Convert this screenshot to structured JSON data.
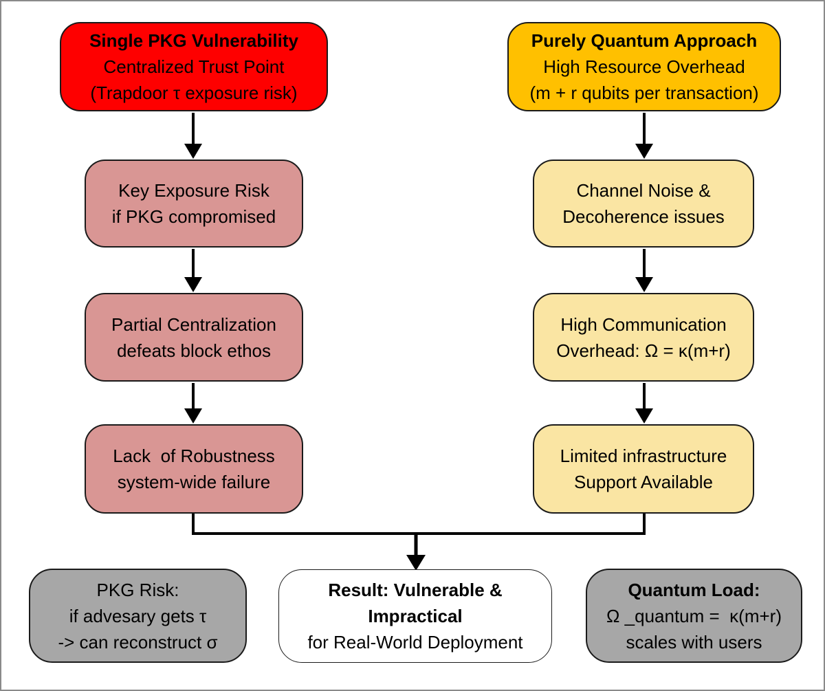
{
  "diagram": {
    "type": "flowchart",
    "colors": {
      "red_header": "#fe0000",
      "gold_header": "#ffc000",
      "rose_step": "#d99694",
      "light_gold_step": "#fae5a3",
      "gray_note": "#a7a7a7",
      "result_white": "#ffffff",
      "connector_black": "#000000",
      "frame_gray": "#8a8a8a"
    },
    "left_column": {
      "header": {
        "line1": "Single PKG Vulnerability",
        "line2": "Centralized Trust Point",
        "line3": "(Trapdoor τ exposure risk)"
      },
      "steps": [
        {
          "line1": "Key Exposure Risk",
          "line2": "if PKG compromised"
        },
        {
          "line1": "Partial Centralization",
          "line2": "defeats block ethos"
        },
        {
          "line1": "Lack  of Robustness",
          "line2": "system-wide failure"
        }
      ]
    },
    "right_column": {
      "header": {
        "line1": "Purely Quantum Approach",
        "line2": "High Resource Overhead",
        "line3": "(m + r qubits per transaction)"
      },
      "steps": [
        {
          "line1": "Channel Noise &",
          "line2": "Decoherence issues"
        },
        {
          "line1": "High Communication",
          "line2": "Overhead: Ω = κ(m+r)"
        },
        {
          "line1": "Limited infrastructure",
          "line2": "Support Available"
        }
      ]
    },
    "bottom": {
      "left_note": {
        "line1": "PKG Risk:",
        "line2": "if advesary gets τ",
        "line3": "-> can reconstruct σ"
      },
      "result": {
        "line1": "Result: Vulnerable &",
        "line2": "Impractical",
        "line3": "for Real-World Deployment"
      },
      "right_note": {
        "line1": "Quantum Load:",
        "line2": "Ω _quantum =  κ(m+r)",
        "line3": "scales with users"
      }
    }
  }
}
